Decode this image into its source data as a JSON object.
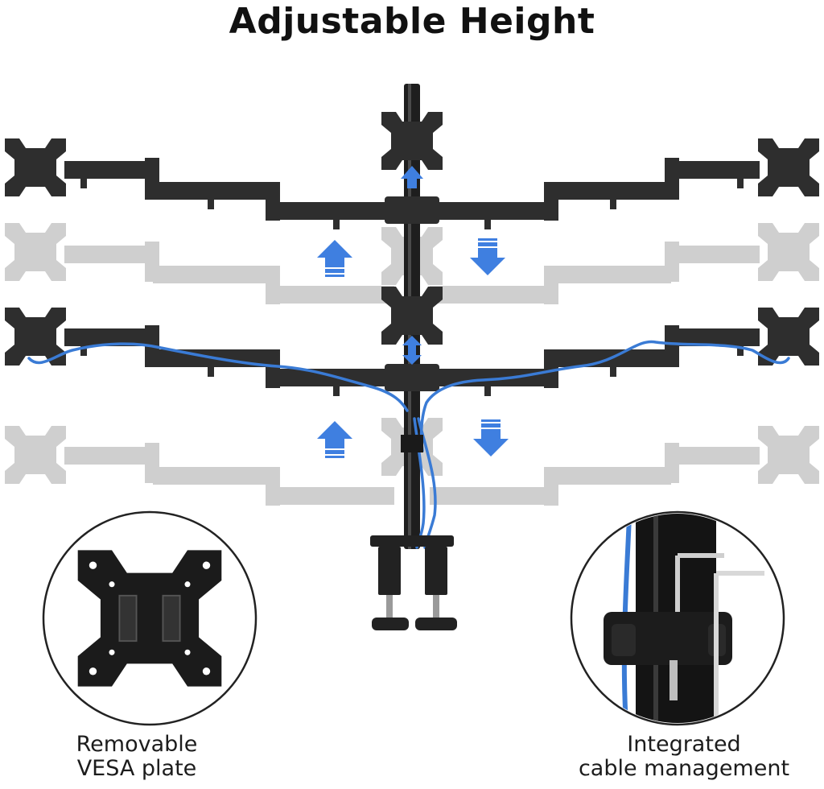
{
  "title": "Adjustable Height",
  "colors": {
    "arm_dark": "#2b2b2b",
    "arm_ghost": "#c8c8c8",
    "arrow_blue": "#3f7fe0",
    "cable_blue": "#3a7bd5"
  },
  "callouts": {
    "left": {
      "line1": "Removable",
      "line2": "VESA plate",
      "icon": "vesa-plate-icon"
    },
    "right": {
      "line1": "Integrated",
      "line2": "cable management",
      "icon": "cable-clip-icon"
    }
  }
}
